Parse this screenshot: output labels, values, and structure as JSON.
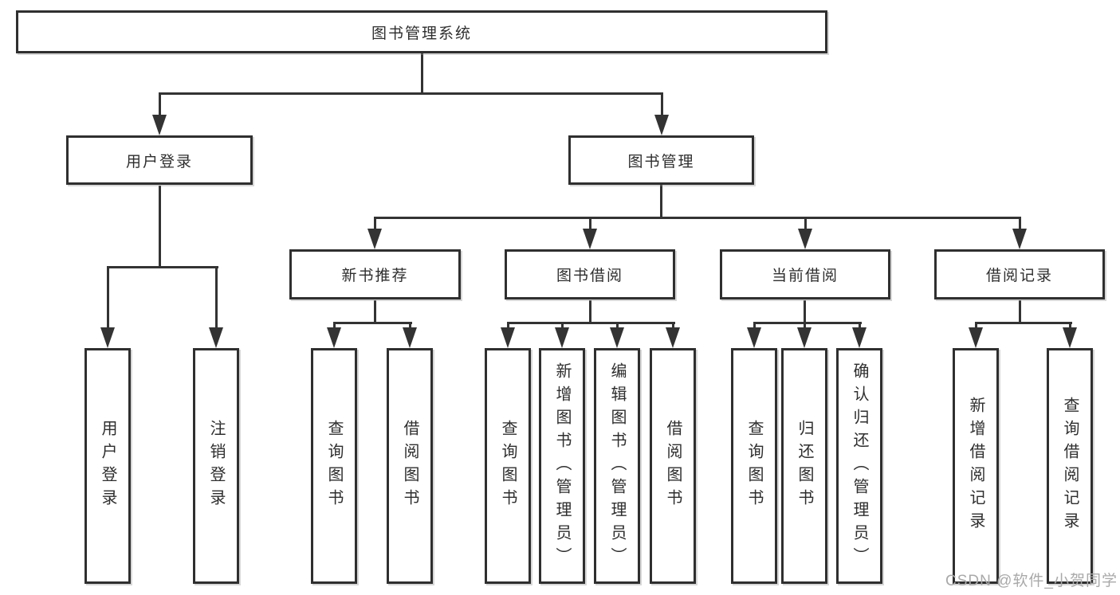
{
  "nodes": {
    "root": {
      "label": "图书管理系统"
    },
    "user_login": {
      "label": "用户登录"
    },
    "book_mgmt": {
      "label": "图书管理"
    },
    "new_book_rec": {
      "label": "新书推荐"
    },
    "book_borrow": {
      "label": "图书借阅"
    },
    "current_borrow": {
      "label": "当前借阅"
    },
    "borrow_record": {
      "label": "借阅记录"
    },
    "leaf_user_login": {
      "label": "用户登录"
    },
    "leaf_logout": {
      "label": "注销登录"
    },
    "leaf_query_book_1": {
      "label": "查询图书"
    },
    "leaf_borrow_book_1": {
      "label": "借阅图书"
    },
    "leaf_query_book_2": {
      "label": "查询图书"
    },
    "leaf_add_book": {
      "label": "新增图书（管理员）"
    },
    "leaf_edit_book": {
      "label": "编辑图书（管理员）"
    },
    "leaf_borrow_book_2": {
      "label": "借阅图书"
    },
    "leaf_query_book_3": {
      "label": "查询图书"
    },
    "leaf_return_book": {
      "label": "归还图书"
    },
    "leaf_confirm_return": {
      "label": "确认归还（管理员）"
    },
    "leaf_add_record": {
      "label": "新增借阅记录"
    },
    "leaf_query_record": {
      "label": "查询借阅记录"
    }
  },
  "edges": [
    [
      "root",
      "user_login"
    ],
    [
      "root",
      "book_mgmt"
    ],
    [
      "user_login",
      "leaf_user_login"
    ],
    [
      "user_login",
      "leaf_logout"
    ],
    [
      "book_mgmt",
      "new_book_rec"
    ],
    [
      "book_mgmt",
      "book_borrow"
    ],
    [
      "book_mgmt",
      "current_borrow"
    ],
    [
      "book_mgmt",
      "borrow_record"
    ],
    [
      "new_book_rec",
      "leaf_query_book_1"
    ],
    [
      "new_book_rec",
      "leaf_borrow_book_1"
    ],
    [
      "book_borrow",
      "leaf_query_book_2"
    ],
    [
      "book_borrow",
      "leaf_add_book"
    ],
    [
      "book_borrow",
      "leaf_edit_book"
    ],
    [
      "book_borrow",
      "leaf_borrow_book_2"
    ],
    [
      "current_borrow",
      "leaf_query_book_3"
    ],
    [
      "current_borrow",
      "leaf_return_book"
    ],
    [
      "current_borrow",
      "leaf_confirm_return"
    ],
    [
      "borrow_record",
      "leaf_add_record"
    ],
    [
      "borrow_record",
      "leaf_query_record"
    ]
  ],
  "colors": {
    "box_border": "#2f2f2f",
    "connector": "#333333",
    "text": "#2e2e2e",
    "watermark": "#a9a9a9",
    "background": "#ffffff"
  },
  "watermark": {
    "text": "CSDN @软件_小贺同学"
  }
}
